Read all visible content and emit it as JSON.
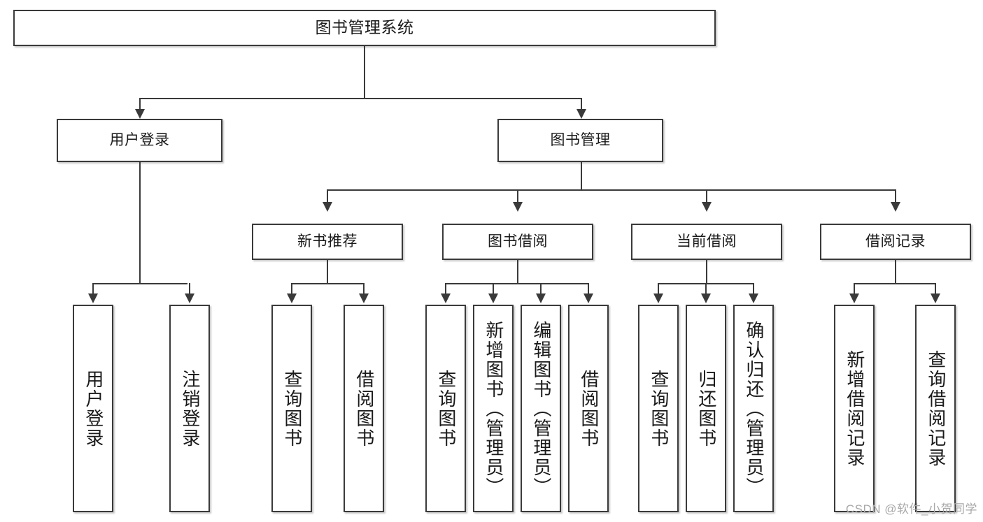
{
  "diagram": {
    "title": "图书管理系统",
    "type": "tree-hierarchy-diagram",
    "colors": {
      "stroke": "#3a3a3a",
      "fill": "#ffffff",
      "text": "#1a1a1a",
      "watermark": "#a8a8a8"
    },
    "root": {
      "label": "图书管理系统"
    },
    "level2": [
      {
        "label": "用户登录"
      },
      {
        "label": "图书管理"
      }
    ],
    "level3": [
      {
        "label": "新书推荐"
      },
      {
        "label": "图书借阅"
      },
      {
        "label": "当前借阅"
      },
      {
        "label": "借阅记录"
      }
    ],
    "leaves": {
      "user_login": [
        {
          "label": "用户登录"
        },
        {
          "label": "注销登录"
        }
      ],
      "new_book_recommend": [
        {
          "label": "查询图书"
        },
        {
          "label": "借阅图书"
        }
      ],
      "book_borrow": [
        {
          "label": "查询图书"
        },
        {
          "label": "新增图书（管理员）"
        },
        {
          "label": "编辑图书（管理员）"
        },
        {
          "label": "借阅图书"
        }
      ],
      "current_borrow": [
        {
          "label": "查询图书"
        },
        {
          "label": "归还图书"
        },
        {
          "label": "确认归还（管理员）"
        }
      ],
      "borrow_record": [
        {
          "label": "新增借阅记录"
        },
        {
          "label": "查询借阅记录"
        }
      ]
    }
  },
  "watermark": {
    "text": "CSDN @软件_小贺同学"
  }
}
